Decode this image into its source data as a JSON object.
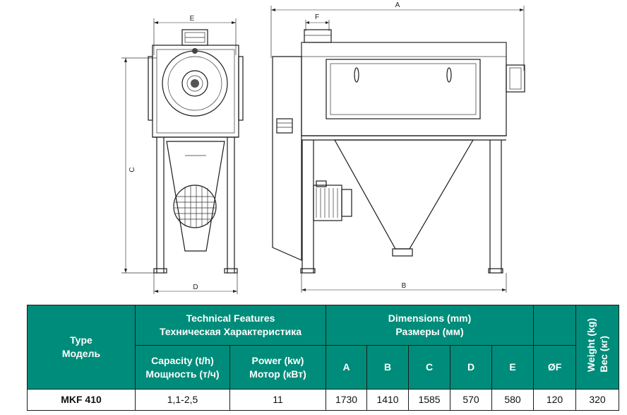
{
  "drawing": {
    "front_dims": {
      "top": "E",
      "left": "C",
      "bottom": "D"
    },
    "side_dims": {
      "top": "A",
      "flange": "F",
      "bottom": "B"
    }
  },
  "table": {
    "type_en": "Type",
    "type_ru": "Модель",
    "tech_en": "Technical Features",
    "tech_ru": "Техническая Характеристика",
    "capacity_en": "Capacity (t/h)",
    "capacity_ru": "Мощность (т/ч)",
    "power_en": "Power (kw)",
    "power_ru": "Мотор (кВт)",
    "dims_en": "Dimensions (mm)",
    "dims_ru": "Размеры (мм)",
    "dim_headers": [
      "A",
      "B",
      "C",
      "D",
      "E",
      "ØF"
    ],
    "weight_en": "Weight (kg)",
    "weight_ru": "Вес (кг)",
    "row": {
      "model": "MKF 410",
      "capacity": "1,1-2,5",
      "power": "11",
      "A": "1730",
      "B": "1410",
      "C": "1585",
      "D": "570",
      "E": "580",
      "F": "120",
      "weight": "320"
    }
  },
  "colors": {
    "header_bg": "#008c7a",
    "header_text": "#ffffff",
    "line": "#1a1a1a"
  }
}
